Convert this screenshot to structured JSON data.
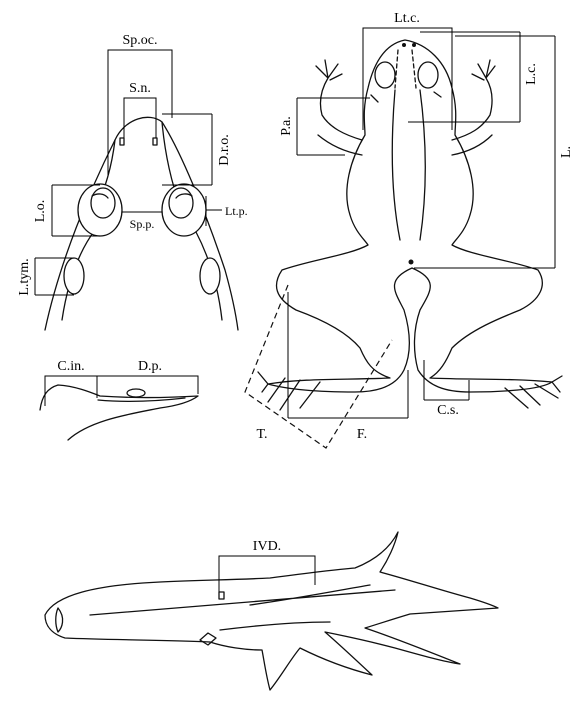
{
  "labels": {
    "sp_oc": "Sp.oc.",
    "s_n": "S.n.",
    "d_r_o": "D.r.o.",
    "l_o": "L.o.",
    "sp_p": "Sp.p.",
    "lt_p": "Lt.p.",
    "l_tym": "L.tym.",
    "c_in": "C.in.",
    "d_p": "D.p.",
    "lt_c": "Lt.c.",
    "l_c": "L.c.",
    "p_a": "P.a.",
    "l_body": "L.",
    "c_s": "C.s.",
    "t": "T.",
    "f": "F.",
    "ivd": "IVD."
  }
}
